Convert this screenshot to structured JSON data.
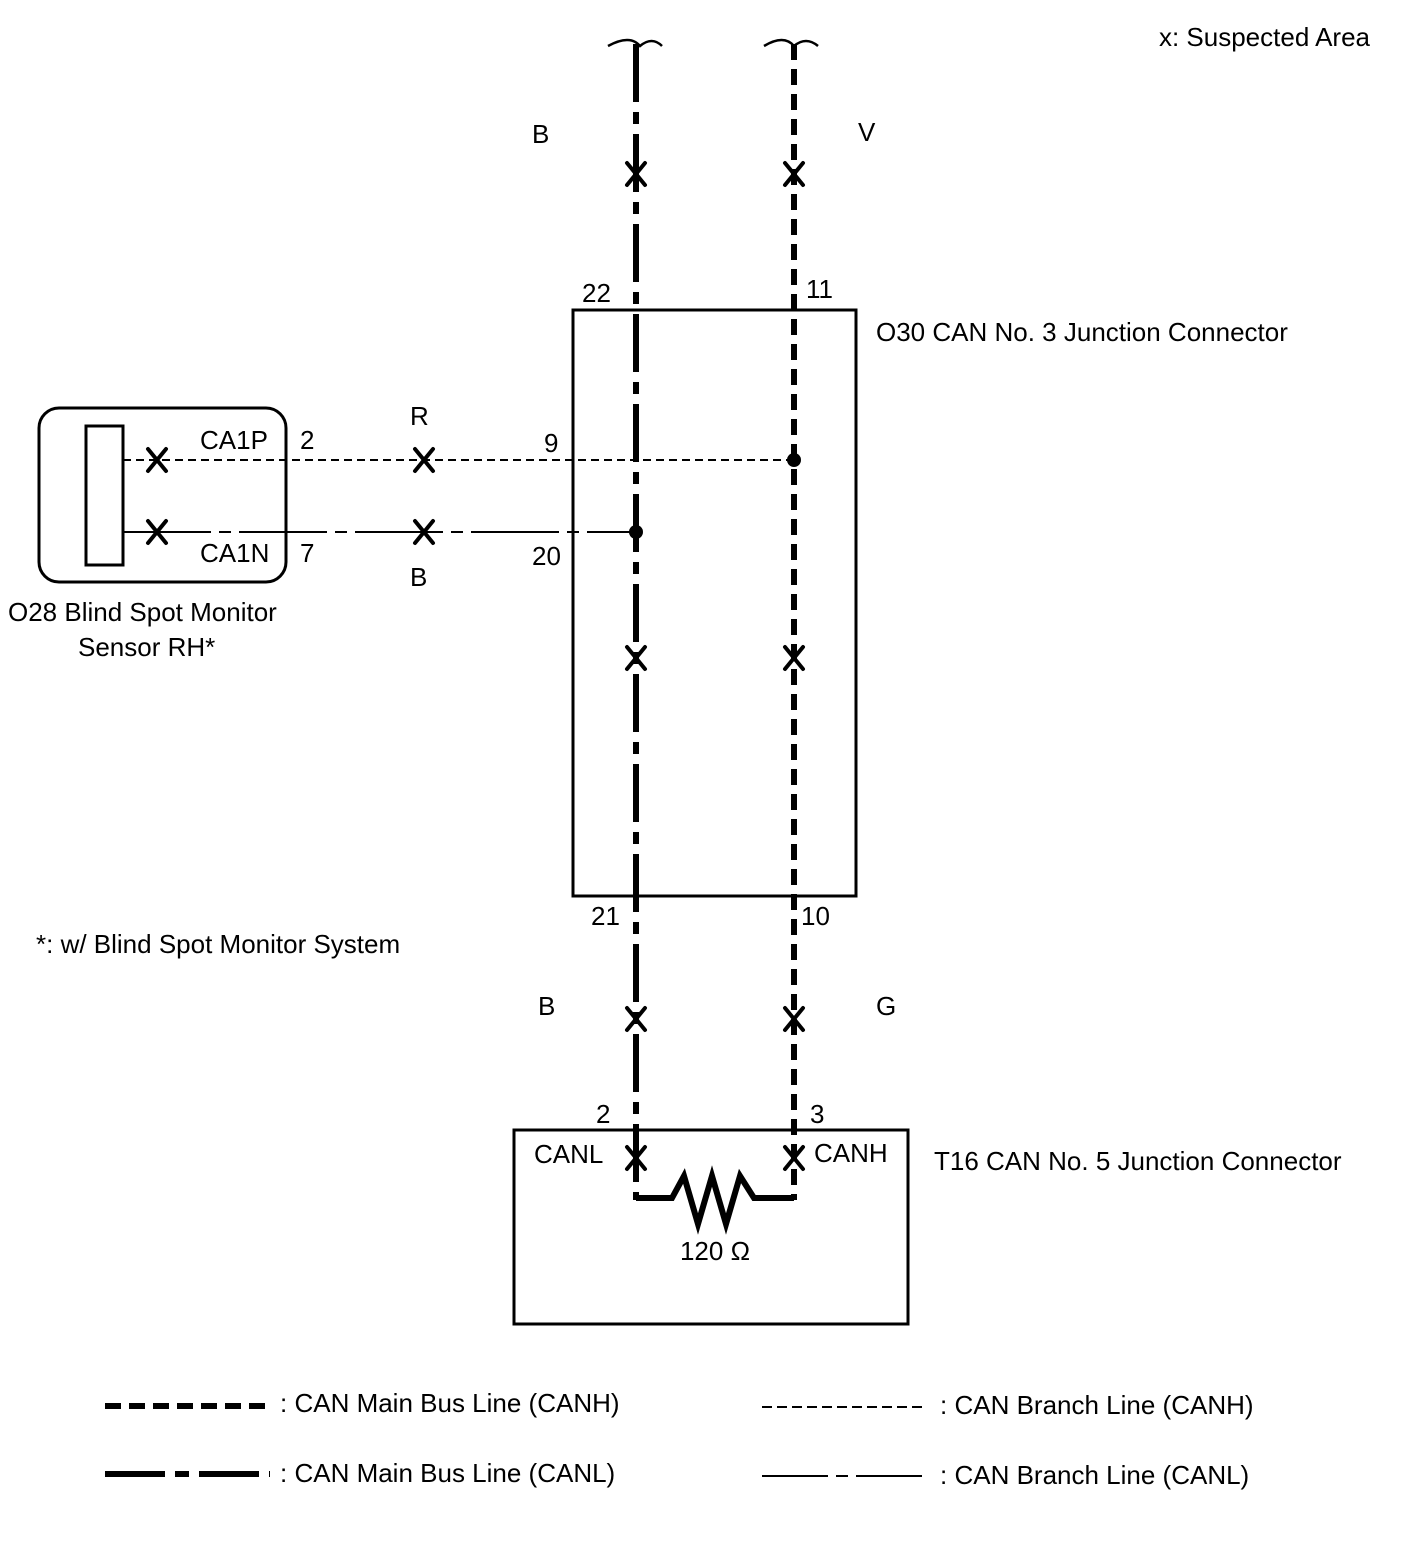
{
  "colors": {
    "ink": "#000000",
    "paper": "#ffffff"
  },
  "header": {
    "suspected_area": "x: Suspected Area"
  },
  "main_wires": {
    "canl_top_color": "B",
    "canh_top_color": "V",
    "canl_bottom_color": "B",
    "canh_bottom_color": "G"
  },
  "o30": {
    "label": "O30  CAN No. 3 Junction Connector",
    "pin_canl_top": "22",
    "pin_canh_top": "11",
    "pin_canl_bottom": "21",
    "pin_canh_bottom": "10",
    "pin_branch_canh": "9",
    "pin_branch_canl": "20"
  },
  "o28": {
    "label_line1": "O28  Blind Spot Monitor",
    "label_line2": "Sensor RH*",
    "terminal_p": "CA1P",
    "terminal_n": "CA1N",
    "pin_p": "2",
    "pin_n": "7"
  },
  "branch_wires": {
    "canh_color": "R",
    "canl_color": "B"
  },
  "footnote": "*: w/ Blind Spot Monitor System",
  "t16": {
    "label": "T16   CAN No. 5 Junction Connector",
    "pin_canl": "2",
    "pin_canh": "3",
    "terminal_l": "CANL",
    "terminal_h": "CANH",
    "resistor_value": "120 Ω"
  },
  "legend": {
    "main_canh": ": CAN Main Bus Line (CANH)",
    "main_canl": ": CAN Main Bus Line (CANL)",
    "branch_canh": ": CAN Branch Line (CANH)",
    "branch_canl": ": CAN Branch Line (CANL)"
  }
}
